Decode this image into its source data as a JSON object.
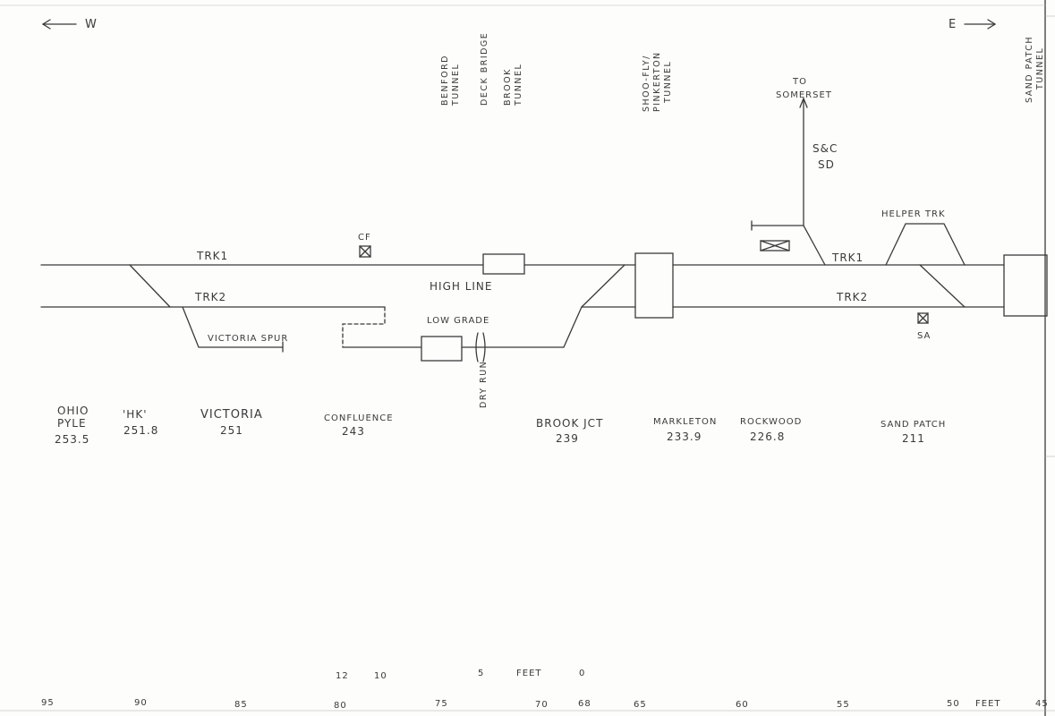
{
  "compass": {
    "west": "W",
    "east": "E"
  },
  "tracks": {
    "trk1_left": "TRK1",
    "trk2_left": "TRK2",
    "trk1_right": "TRK1",
    "trk2_right": "TRK2",
    "high_line": "HIGH LINE",
    "low_grade": "LOW GRADE",
    "victoria_spur": "VICTORIA SPUR",
    "helper_trk": "HELPER TRK",
    "dry_run": "DRY RUN"
  },
  "signals": {
    "cf": "CF",
    "sa": "SA"
  },
  "branch": {
    "to": "TO",
    "somerset": "SOMERSET",
    "line1": "S&C",
    "line2": "SD"
  },
  "landmarks": {
    "benford": [
      "BENFORD",
      "TUNNEL"
    ],
    "deck_bridge": [
      "DECK BRIDGE"
    ],
    "brook_tunnel": [
      "BROOK",
      "TUNNEL"
    ],
    "shoo_fly": [
      "SHOO-FLY/",
      "PINKERTON",
      "TUNNEL"
    ],
    "sand_patch_tunnel": [
      "SAND PATCH",
      "TUNNEL"
    ]
  },
  "stations": [
    {
      "name": "OHIO",
      "name2": "PYLE",
      "mp": "253.5"
    },
    {
      "name": "'HK'",
      "mp": "251.8"
    },
    {
      "name": "VICTORIA",
      "mp": "251"
    },
    {
      "name": "CONFLUENCE",
      "mp": "243"
    },
    {
      "name": "BROOK JCT",
      "mp": "239"
    },
    {
      "name": "MARKLETON",
      "mp": "233.9"
    },
    {
      "name": "ROCKWOOD",
      "mp": "226.8"
    },
    {
      "name": "SAND PATCH",
      "mp": "211"
    }
  ],
  "scale": {
    "ticks": [
      "12",
      "10",
      "5",
      "0"
    ],
    "unit": "FEET"
  },
  "ruler": {
    "ticks": [
      "95",
      "90",
      "85",
      "80",
      "75",
      "70",
      "68",
      "65",
      "60",
      "55",
      "50",
      "45"
    ],
    "unit": "FEET"
  }
}
